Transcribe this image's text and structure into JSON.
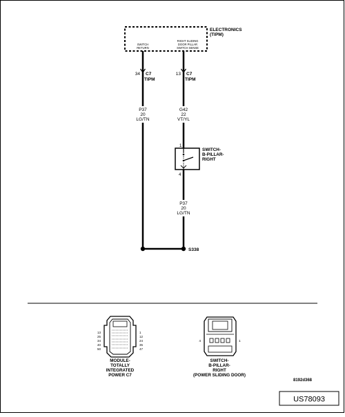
{
  "module": {
    "title_line1": "ELECTRONICS",
    "title_line2": "(TIPM)",
    "pin_left_line1": "SWITCH",
    "pin_left_line2": "RETURN",
    "pin_right_line1": "RIGHT SLIDING",
    "pin_right_line2": "DOOR PILLAR",
    "pin_right_line3": "SWITCH SENSE"
  },
  "connector_left": {
    "pin": "34",
    "name": "C7",
    "sub": "TIPM"
  },
  "connector_right": {
    "pin": "13",
    "name": "C7",
    "sub": "TIPM"
  },
  "wire_left": {
    "code": "P37",
    "gauge": "20",
    "color": "LG/TN"
  },
  "wire_right": {
    "code": "G42",
    "gauge": "22",
    "color": "VT/YL"
  },
  "switch": {
    "label_line1": "SWITCH-",
    "label_line2": "B-PILLAR-",
    "label_line3": "RIGHT",
    "pin_top": "1",
    "pin_bottom": "4"
  },
  "wire_lower": {
    "code": "P37",
    "gauge": "20",
    "color": "LG/TN"
  },
  "splice": {
    "label": "S338"
  },
  "connector_views": {
    "module": {
      "label_line1": "MODULE-",
      "label_line2": "TOTALLY",
      "label_line3": "INTEGRATED",
      "label_line4": "POWER C7",
      "pins_left": [
        "13",
        "25",
        "34",
        "40",
        "50"
      ],
      "pins_right": [
        "1",
        "12",
        "24",
        "35",
        "47"
      ]
    },
    "switch": {
      "label_line1": "SWITCH-",
      "label_line2": "B-PILLAR-",
      "label_line3": "RIGHT",
      "label_line4": "(POWER SLIDING DOOR)",
      "pin_left": "4",
      "pin_right": "1"
    }
  },
  "figure_id": "8192d368",
  "ref_id": "US78093"
}
